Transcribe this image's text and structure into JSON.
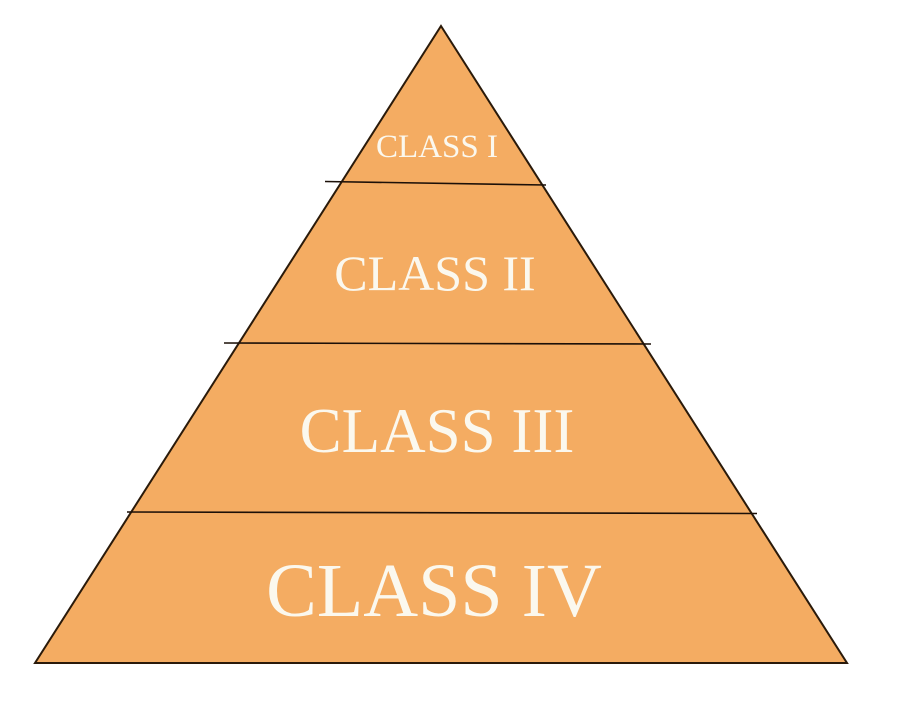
{
  "diagram": {
    "type": "pyramid",
    "levels": [
      {
        "label": "CLASS I"
      },
      {
        "label": "CLASS II"
      },
      {
        "label": "CLASS III"
      },
      {
        "label": "CLASS IV"
      }
    ],
    "colors": {
      "fill": "#F4AC62",
      "outline": "#2A1A0A",
      "divider": "#1C1008",
      "label_text": "#FBF8EE",
      "background": "#FFFFFF"
    }
  }
}
